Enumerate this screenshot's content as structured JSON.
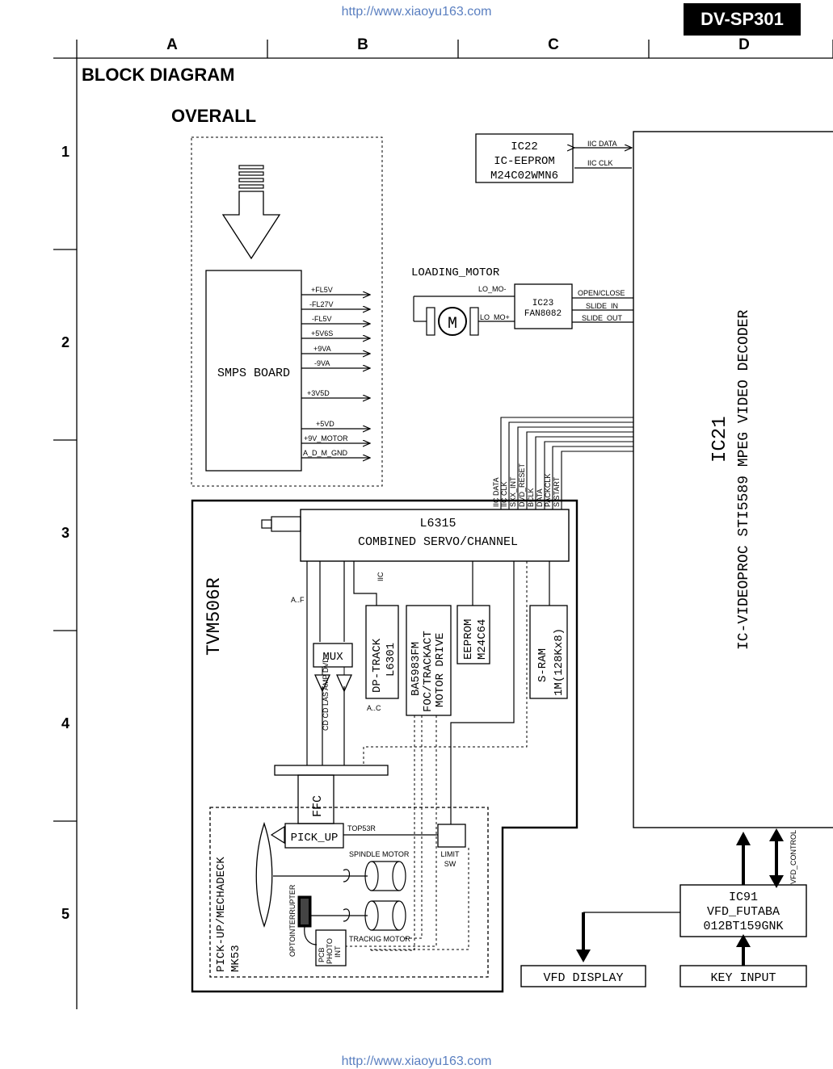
{
  "header": {
    "url_top": "http://www.xiaoyu163.com",
    "url_bottom": "http://www.xiaoyu163.com",
    "model": "DV-SP301"
  },
  "grid": {
    "columns": [
      "A",
      "B",
      "C",
      "D"
    ],
    "rows": [
      "1",
      "2",
      "3",
      "4",
      "5"
    ]
  },
  "titles": {
    "main": "BLOCK DIAGRAM",
    "sub": "OVERALL"
  },
  "blocks": {
    "ic22": {
      "line1": "IC22",
      "line2": "IC-EEPROM",
      "line3": "M24C02WMN6"
    },
    "ic22_iic_data": "IIC DATA",
    "ic22_iic_clk": "IIC CLK",
    "loading_motor": "LOADING_MOTOR",
    "motor_m": "M",
    "lo_mo_minus": "LO_MO-",
    "lo_mo_plus": "LO_MO+",
    "ic23": {
      "line1": "IC23",
      "line2": "FAN8082"
    },
    "ic23_outputs": [
      "OPEN/CLOSE",
      "SLIDE_IN",
      "SLIDE_OUT"
    ],
    "smps": "SMPS BOARD",
    "smps_outputs": [
      "+FL5V",
      "-FL27V",
      "-FL5V",
      "+5V6S",
      "+9VA",
      "-9VA",
      "+3V5D",
      "+5VD",
      "+9V_MOTOR",
      "A_D_M_GND"
    ],
    "ic21": {
      "line1": "IC21",
      "line2": "IC-VIDEOPROC STI5589 MPEG VIDEO DECODER"
    },
    "bus_signals": [
      "IIC DATA",
      "IIC CLK",
      "SXX_INT",
      "DVD_RESET",
      "BCLK",
      "DATA",
      "PACKCLK",
      "S START"
    ],
    "l6315": {
      "line1": "L6315",
      "line2": "COMBINED SERVO/CHANNEL"
    },
    "tvm": "TVM506R",
    "iic": "IIC",
    "af_label": "A..F",
    "ac_label": "A..C",
    "mux": "MUX",
    "mux_signals": "CD  CD LAS AMP  DVD",
    "dp_track": {
      "line1": "DP-TRACK",
      "line2": "L6301"
    },
    "ba5983": {
      "line1": "BA5983FM",
      "line2": "FOC/TRACKACT",
      "line3": "MOTOR DRIVE"
    },
    "eeprom": {
      "line1": "EEPROM",
      "line2": "M24C64"
    },
    "sram": {
      "line1": "S-RAM",
      "line2": "1M(128Kx8)"
    },
    "ffc": "FFC",
    "pickup": "PICK_UP",
    "top53r": "TOP53R",
    "limit_sw": {
      "line1": "LIMIT",
      "line2": "SW"
    },
    "spindle_motor": "SPINDLE MOTOR",
    "trackig_motor": "TRACKIG MOTOR",
    "optointerrupter": "OPTOINTERRUPTER",
    "pcb_photo": {
      "line1": "PCB",
      "line2": "PHOTO",
      "line3": "INT"
    },
    "mechadeck": {
      "line1": "PICK-UP/MECHADECK",
      "line2": "MK53"
    },
    "ic91": {
      "line1": "IC91",
      "line2": "VFD_FUTABA",
      "line3": "012BT159GNK"
    },
    "vfd_control": "VFD_CONTROL",
    "vfd_display": "VFD DISPLAY",
    "key_input": "KEY INPUT"
  }
}
